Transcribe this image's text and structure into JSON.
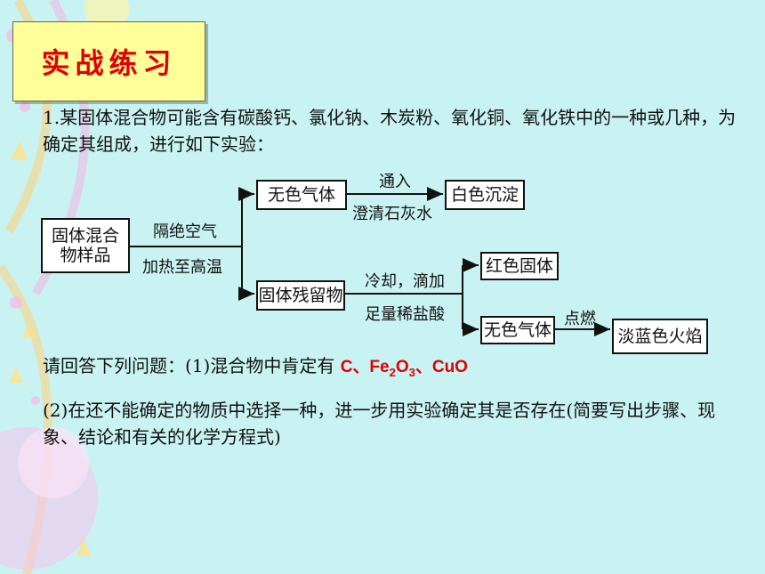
{
  "title": "实战练习",
  "question": {
    "stem": "1.某固体混合物可能含有碳酸钙、氯化钠、木炭粉、氧化铜、氧化铁中的一种或几种，为确定其组成，进行如下实验：",
    "q1_prefix": "请回答下列问题：(1)混合物中肯定有",
    "q1_answer": {
      "part1": "C、Fe",
      "sub1": "2",
      "part2": "O",
      "sub2": "3",
      "part3": "、CuO"
    },
    "q2": "(2)在还不能确定的物质中选择一种，进一步用实验确定其是否存在(简要写出步骤、现象、结论和有关的化学方程式)"
  },
  "flowchart": {
    "nodes": {
      "sample": "固体混合物样品",
      "gas1": "无色气体",
      "white_ppt": "白色沉淀",
      "residue": "固体残留物",
      "red_solid": "红色固体",
      "gas2": "无色气体",
      "flame": "淡蓝色火焰"
    },
    "edges": {
      "heat_top": "隔绝空气",
      "heat_bottom": "加热至高温",
      "limewater_top": "通入",
      "limewater_bottom": "澄清石灰水",
      "acid_top": "冷却，滴加",
      "acid_bottom": "足量稀盐酸",
      "ignite": "点燃"
    }
  }
}
